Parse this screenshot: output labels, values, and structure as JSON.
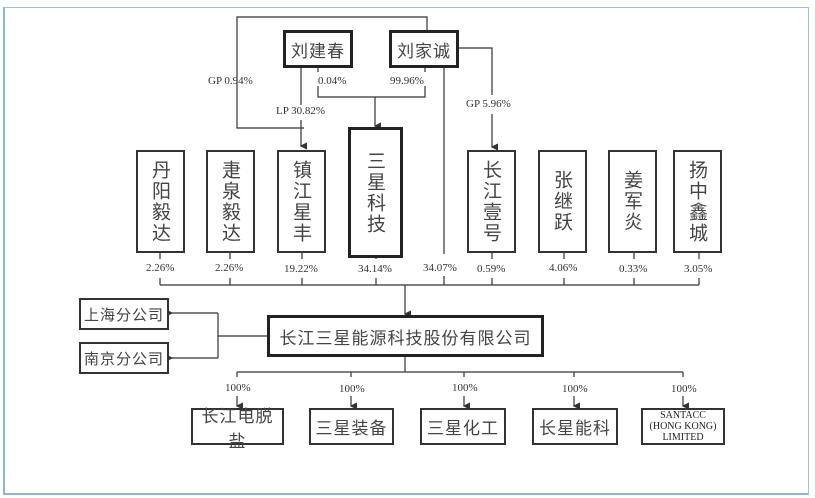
{
  "diagram": {
    "title_company": "长江三星能源科技股份有限公司",
    "top_persons": [
      {
        "name": "刘建春"
      },
      {
        "name": "刘家诚"
      }
    ],
    "relation_labels": {
      "gp_left": "GP 0.94%",
      "lp": "LP 30.82%",
      "p_004": "0.04%",
      "p_9996": "99.96%",
      "gp_right": "GP 5.96%"
    },
    "shareholders": [
      {
        "name": "丹阳毅达",
        "pct": "2.26%"
      },
      {
        "name": "疌泉毅达",
        "pct": "2.26%"
      },
      {
        "name": "镇江星丰",
        "pct": "19.22%"
      },
      {
        "name": "三星科技",
        "pct": "34.14%"
      },
      {
        "name": "刘家诚",
        "pct": "34.07%"
      },
      {
        "name": "长江壹号",
        "pct": "0.59%"
      },
      {
        "name": "张继跃",
        "pct": "4.06%"
      },
      {
        "name": "姜军炎",
        "pct": "0.33%"
      },
      {
        "name": "扬中鑫城",
        "pct": "3.05%"
      }
    ],
    "branches": [
      {
        "name": "上海分公司"
      },
      {
        "name": "南京分公司"
      }
    ],
    "subsidiaries": [
      {
        "name": "长江电脱盐",
        "pct": "100%"
      },
      {
        "name": "三星装备",
        "pct": "100%"
      },
      {
        "name": "三星化工",
        "pct": "100%"
      },
      {
        "name": "长星能科",
        "pct": "100%"
      },
      {
        "name_lines": [
          "SANTACC",
          "(HONG KONG)",
          "LIMITED"
        ],
        "pct": "100%"
      }
    ]
  }
}
